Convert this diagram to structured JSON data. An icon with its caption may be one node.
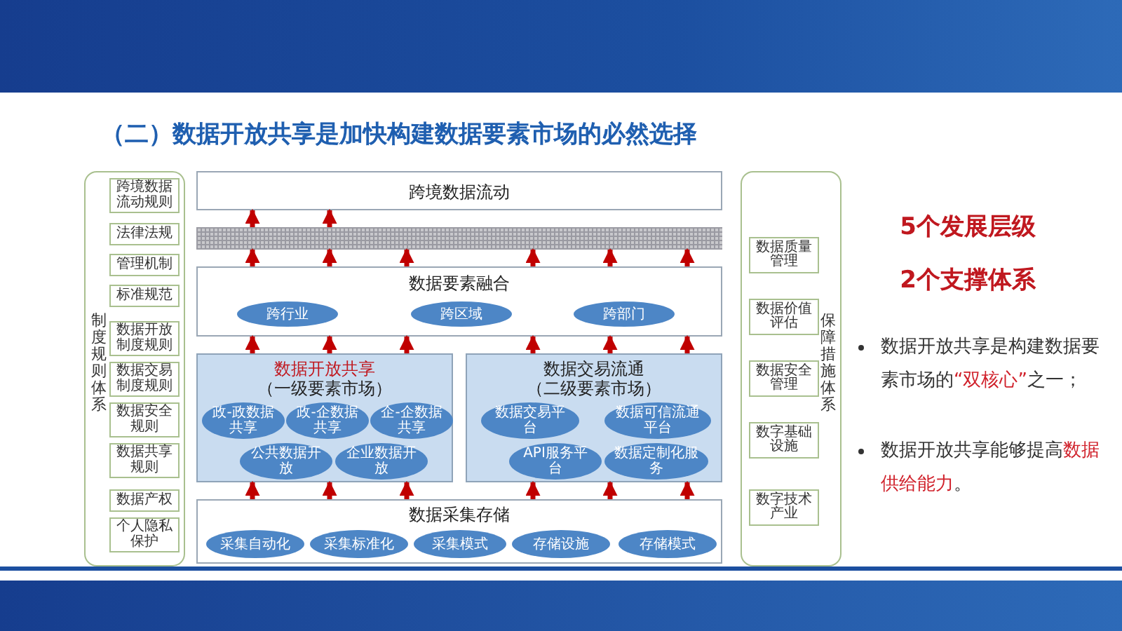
{
  "diagram": {
    "title": "（二）数据开放共享是加快构建数据要素市场的必然选择",
    "nodes": [
      {
        "text": [
          "制度规则体系"
        ]
      },
      {
        "text": [
          "跨境数据流动规则"
        ],
        "in": 0
      },
      {
        "text": [
          "法律法规"
        ],
        "in": 0
      },
      {
        "text": [
          "管理机制"
        ],
        "in": 0
      },
      {
        "text": [
          "标准规范"
        ],
        "in": 0
      },
      {
        "text": [
          "数据开放制度规则"
        ],
        "in": 0
      },
      {
        "text": [
          "数据交易制度规则"
        ],
        "in": 0
      },
      {
        "text": [
          "数据安全规则"
        ],
        "in": 0
      },
      {
        "text": [
          "数据共享规则"
        ],
        "in": 0
      },
      {
        "text": [
          "数据产权"
        ],
        "in": 0
      },
      {
        "text": [
          "个人隐私保护"
        ],
        "in": 0
      },
      {
        "text": [
          "跨境数据流动"
        ]
      },
      {
        "text": [],
        "shape": "bar"
      },
      {
        "text": [
          "数据要素融合"
        ]
      },
      {
        "text": [
          "跨行业"
        ],
        "in": 13
      },
      {
        "text": [
          "跨区域"
        ],
        "in": 13
      },
      {
        "text": [
          "跨部门"
        ],
        "in": 13
      },
      {
        "text": [
          "数据开放共享",
          "（一级要素市场）"
        ]
      },
      {
        "text": [
          "政-政数据共享"
        ],
        "in": 17
      },
      {
        "text": [
          "政-企数据共享"
        ],
        "in": 17
      },
      {
        "text": [
          "企-企数据共享"
        ],
        "in": 17
      },
      {
        "text": [
          "公共数据开放"
        ],
        "in": 17
      },
      {
        "text": [
          "企业数据开放"
        ],
        "in": 17
      },
      {
        "text": [
          "数据交易流通",
          "（二级要素市场）"
        ]
      },
      {
        "text": [
          "数据交易平台"
        ],
        "in": 23
      },
      {
        "text": [
          "数据可信流通平台"
        ],
        "in": 23
      },
      {
        "text": [
          "API服务平台"
        ],
        "in": 23
      },
      {
        "text": [
          "数据定制化服务"
        ],
        "in": 23
      },
      {
        "text": [
          "数据采集存储"
        ]
      },
      {
        "text": [
          "采集自动化"
        ],
        "in": 28
      },
      {
        "text": [
          "采集标准化"
        ],
        "in": 28
      },
      {
        "text": [
          "采集模式"
        ],
        "in": 28
      },
      {
        "text": [
          "存储设施"
        ],
        "in": 28
      },
      {
        "text": [
          "存储模式"
        ],
        "in": 28
      },
      {
        "text": [
          "保障措施体系"
        ]
      },
      {
        "text": [
          "数据质量管理"
        ],
        "in": 34
      },
      {
        "text": [
          "数据价值评估"
        ],
        "in": 34
      },
      {
        "text": [
          "数据安全管理"
        ],
        "in": 34
      },
      {
        "text": [
          "数字基础设施"
        ],
        "in": 34
      },
      {
        "text": [
          "数字技术产业"
        ],
        "in": 34
      }
    ],
    "edges": [
      {
        "from": 12,
        "to": 11,
        "arrow": "to"
      },
      {
        "from": 12,
        "to": 11,
        "arrow": "to"
      },
      {
        "from": 13,
        "to": 12,
        "arrow": "to"
      },
      {
        "from": 13,
        "to": 12,
        "arrow": "to"
      },
      {
        "from": 13,
        "to": 12,
        "arrow": "to"
      },
      {
        "from": 13,
        "to": 12,
        "arrow": "to"
      },
      {
        "from": 13,
        "to": 12,
        "arrow": "to"
      },
      {
        "from": 13,
        "to": 12,
        "arrow": "to"
      },
      {
        "from": 17,
        "to": 13,
        "arrow": "to"
      },
      {
        "from": 17,
        "to": 13,
        "arrow": "to"
      },
      {
        "from": 17,
        "to": 13,
        "arrow": "to"
      },
      {
        "from": 23,
        "to": 13,
        "arrow": "to"
      },
      {
        "from": 23,
        "to": 13,
        "arrow": "to"
      },
      {
        "from": 23,
        "to": 13,
        "arrow": "to"
      },
      {
        "from": 28,
        "to": 17,
        "arrow": "to"
      },
      {
        "from": 28,
        "to": 17,
        "arrow": "to"
      },
      {
        "from": 28,
        "to": 17,
        "arrow": "to"
      },
      {
        "from": 28,
        "to": 23,
        "arrow": "to"
      },
      {
        "from": 28,
        "to": 23,
        "arrow": "to"
      },
      {
        "from": 28,
        "to": 23,
        "arrow": "to"
      }
    ],
    "labels": [
      "5个发展层级",
      "2个支撑体系",
      "数据开放共享是构建数据要素市场的**“双核心”**之一；",
      "数据开放共享能够提高**数据供给能力**。"
    ]
  }
}
